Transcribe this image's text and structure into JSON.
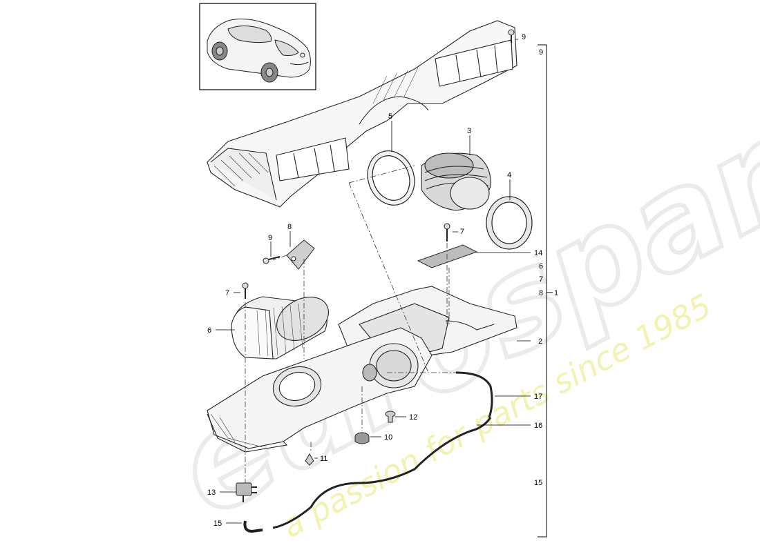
{
  "thumbnail": {
    "icon": "car-coupe-icon"
  },
  "watermark": {
    "brand": "eurospares",
    "tagline": "a passion for parts since 1985",
    "color": "#e3e3e3",
    "tagline_color": "#eeee99"
  },
  "callouts": {
    "c1": "1",
    "c2": "2",
    "c3": "3",
    "c4": "4",
    "c5": "5",
    "c6": "6",
    "c7a": "7",
    "c7b": "7",
    "c8": "8",
    "c9a": "9",
    "c9b": "9",
    "c10": "10",
    "c11": "11",
    "c12": "12",
    "c13": "13",
    "c14": "14",
    "c15a": "15",
    "c15b": "15",
    "c16": "16",
    "c17": "17"
  },
  "bracket_list": {
    "top": "9",
    "items": [
      "14",
      "6",
      "7",
      "8"
    ],
    "group": "1",
    "bottom": "15"
  }
}
